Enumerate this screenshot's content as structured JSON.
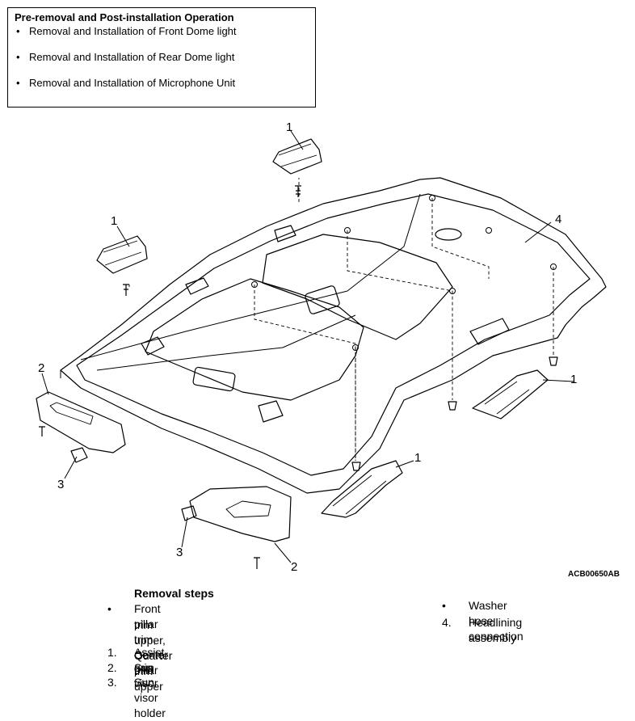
{
  "preop": {
    "title": "Pre-removal and Post-installation Operation",
    "items": [
      "Removal and Installation of Front Dome light",
      "Removal and Installation of Rear Dome light",
      "Removal and Installation of Microphone Unit"
    ]
  },
  "diagram": {
    "figure_code": "ACB00650AB",
    "callouts": [
      "1",
      "1",
      "4",
      "2",
      "3",
      "1",
      "1",
      "3",
      "2"
    ]
  },
  "removal": {
    "heading": "Removal steps",
    "steps": [
      {
        "marker": "•",
        "text_line1": "Front pillar trim, Center pillar",
        "text_line2": "trim upper, Quarter trim upper"
      },
      {
        "marker": "1.",
        "text_line1": "Assist grip"
      },
      {
        "marker": "2.",
        "text_line1": "Sun visor"
      },
      {
        "marker": "3.",
        "text_line1": "Sun visor holder"
      },
      {
        "marker": "•",
        "text_line1": "Washer hose connection"
      },
      {
        "marker": "4.",
        "text_line1": "Headlining assembly"
      }
    ]
  }
}
